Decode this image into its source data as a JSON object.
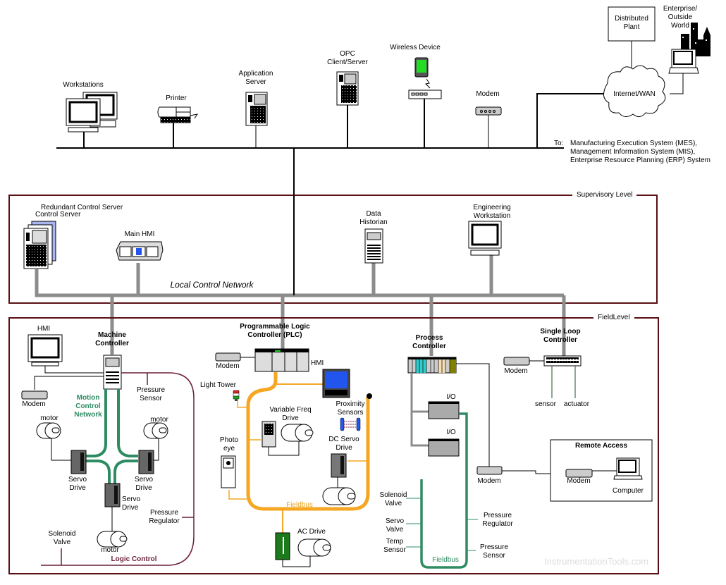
{
  "enterprise": {
    "workstations": "Workstations",
    "printer": "Printer",
    "application_server": "Application\nServer",
    "opc": "OPC\nClient/Server",
    "wireless_device": "Wireless Device",
    "modem": "Modem",
    "distributed_plant": "Distributed\nPlant",
    "enterprise_world": "Enterprise/\nOutside\nWorld",
    "internet": "Internet/WAN",
    "to_prefix": "To:",
    "to_systems": "Manufacturing Execution System (MES),\nManagement Information System (MIS),\nEnterprise Resource Planning (ERP) System"
  },
  "supervisory": {
    "level_label": "Supervisory Level",
    "redundant_server": "Redundant Control Server",
    "control_server": "Control Server",
    "main_hmi": "Main HMI",
    "local_network": "Local Control Network",
    "data_historian": "Data\nHistorian",
    "engineering_ws": "Engineering\nWorkstation"
  },
  "field": {
    "level_label": "FieldLevel",
    "machine": {
      "hmi": "HMI",
      "title": "Machine\nController",
      "modem": "Modem",
      "motion_network": "Motion\nControl\nNetwork",
      "pressure_sensor": "Pressure\nSensor",
      "motor": "motor",
      "servo_drive": "Servo\nDrive",
      "pressure_regulator": "Pressure\nRegulator",
      "solenoid_valve": "Solenoid\nValve",
      "logic_control": "Logic Control"
    },
    "plc": {
      "title": "Programmable Logic\nController (PLC)",
      "modem": "Modem",
      "hmi": "HMI",
      "light_tower": "Light Tower",
      "vfd": "Variable Freq\nDrive",
      "proximity": "Proximity\nSensors",
      "photo_eye": "Photo\neye",
      "dc_servo": "DC Servo\nDrive",
      "fieldbus": "Fieldbus",
      "ac_drive": "AC Drive"
    },
    "process": {
      "title": "Process\nController",
      "io": "I/O",
      "modem": "Modem",
      "solenoid_valve": "Solenoid\nValve",
      "servo_valve": "Servo\nValve",
      "temp_sensor": "Temp\nSensor",
      "pressure_regulator": "Pressure\nRegulator",
      "pressure_sensor": "Pressure\nSensor",
      "fieldbus": "Fieldbus"
    },
    "single_loop": {
      "title": "Single Loop\nController",
      "modem": "Modem",
      "sensor": "sensor",
      "actuator": "actuator"
    },
    "remote": {
      "title": "Remote Access",
      "modem": "Modem",
      "computer": "Computer"
    }
  },
  "watermark": "InstrumentationTools.com",
  "colors": {
    "border": "#5a0f14",
    "lan": "#8c8c8c",
    "motion": "#2e8b62",
    "plc_fieldbus": "#f5a623",
    "logic": "#6b1f3a",
    "screen_green": "#22dd22",
    "hmi_blue": "#2255ee"
  }
}
